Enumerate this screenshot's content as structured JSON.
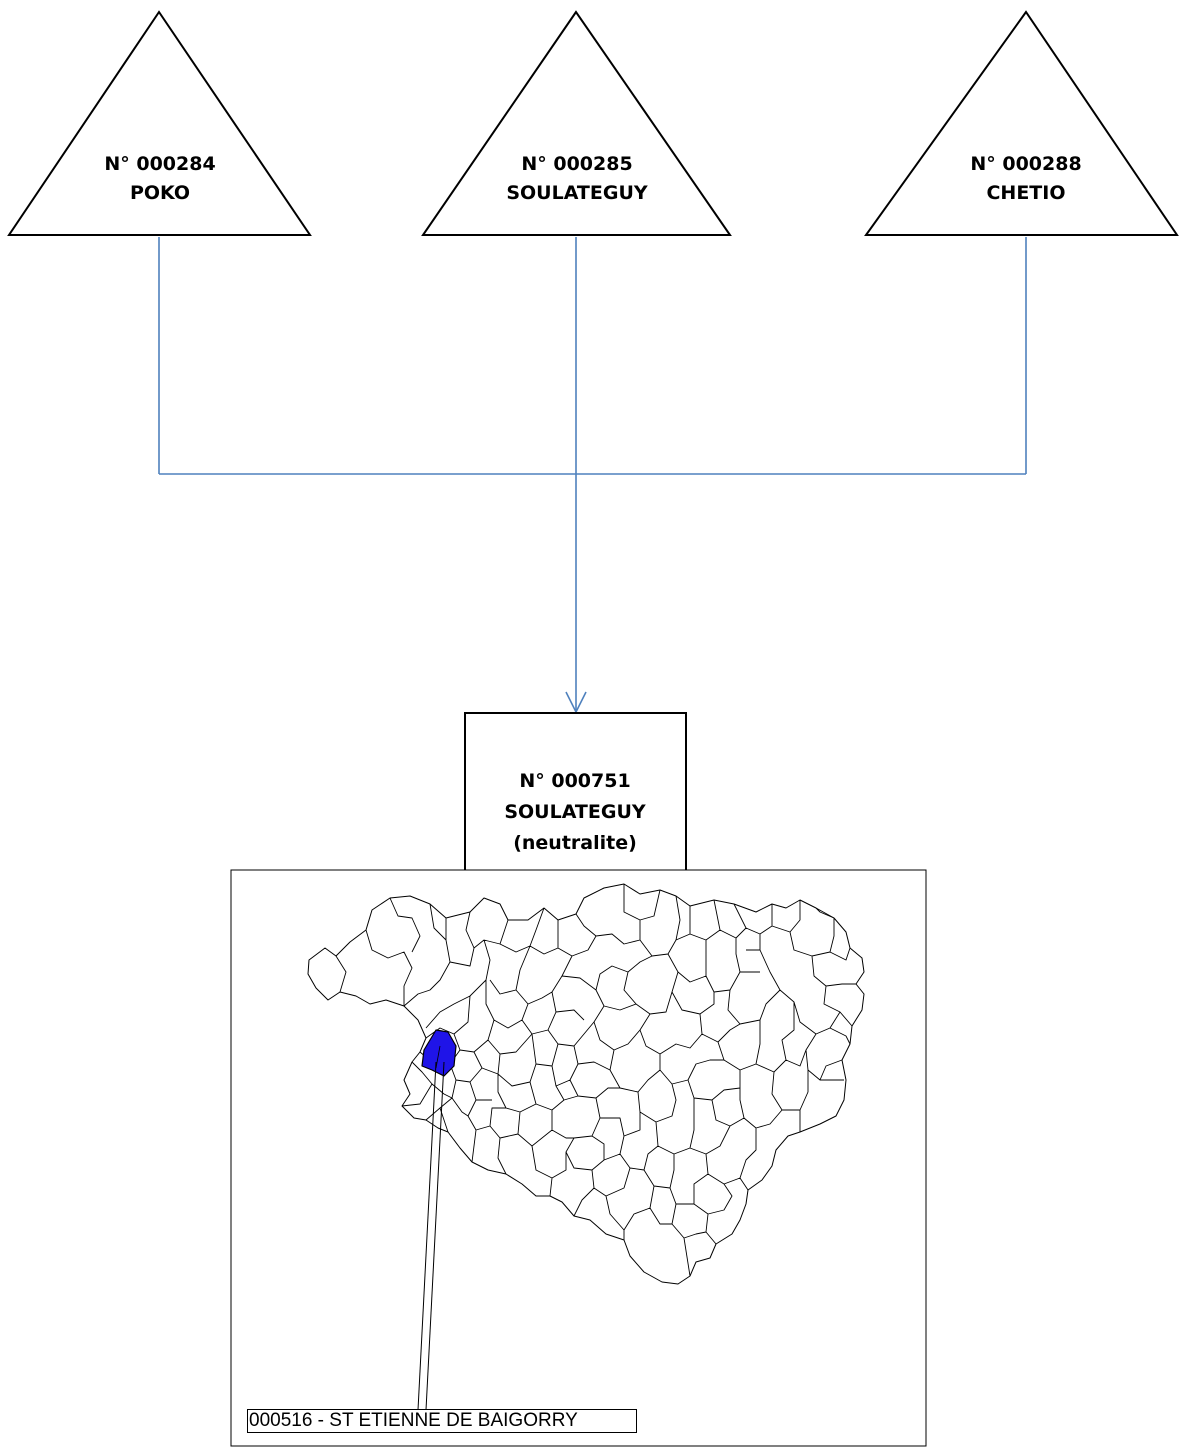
{
  "diagram": {
    "parents": [
      {
        "number": "N° 000284",
        "name": "POKO"
      },
      {
        "number": "N° 000285",
        "name": "SOULATEGUY"
      },
      {
        "number": "N° 000288",
        "name": "CHETIO"
      }
    ],
    "child": {
      "number": "N° 000751",
      "name": "SOULATEGUY",
      "qualifier": "(neutralite)"
    },
    "map": {
      "caption": "000516 - ST ETIENNE DE BAIGORRY",
      "highlight_color": "#1f14e8"
    },
    "colors": {
      "connector": "#4f81bd",
      "outline": "#000000"
    }
  }
}
